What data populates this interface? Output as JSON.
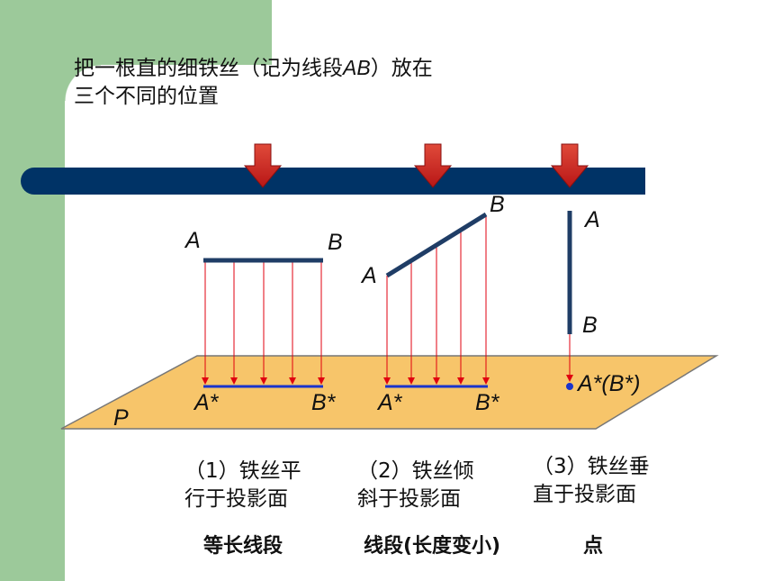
{
  "title": {
    "line1_a": "把一根直的细铁丝（记为线段",
    "line1_ab": "AB",
    "line1_b": "）放在",
    "line2": "三个不同的位置"
  },
  "plane_label": "P",
  "cases": [
    {
      "label_a": "A",
      "label_b": "B",
      "proj_a": "A*",
      "proj_b": "B*",
      "caption_line1": "（1）铁丝平",
      "caption_line2": "行于投影面",
      "result": "等长线段"
    },
    {
      "label_a": "A",
      "label_b": "B",
      "proj_a": "A*",
      "proj_b": "B*",
      "caption_line1": "（2）铁丝倾",
      "caption_line2": "斜于投影面",
      "result": "线段(长度变小)"
    },
    {
      "label_a": "A",
      "label_b": "B",
      "proj_point": "A*(B*)",
      "caption_line1": "（3）铁丝垂",
      "caption_line2": "直于投影面",
      "result": "点"
    }
  ],
  "colors": {
    "deco": "#9cc99a",
    "bar": "#003366",
    "arrow": "#cc2222",
    "plane": "#f7c56a",
    "wire": "#1f3d66",
    "projection": "#1a33cc",
    "ray": "#e0000f"
  }
}
